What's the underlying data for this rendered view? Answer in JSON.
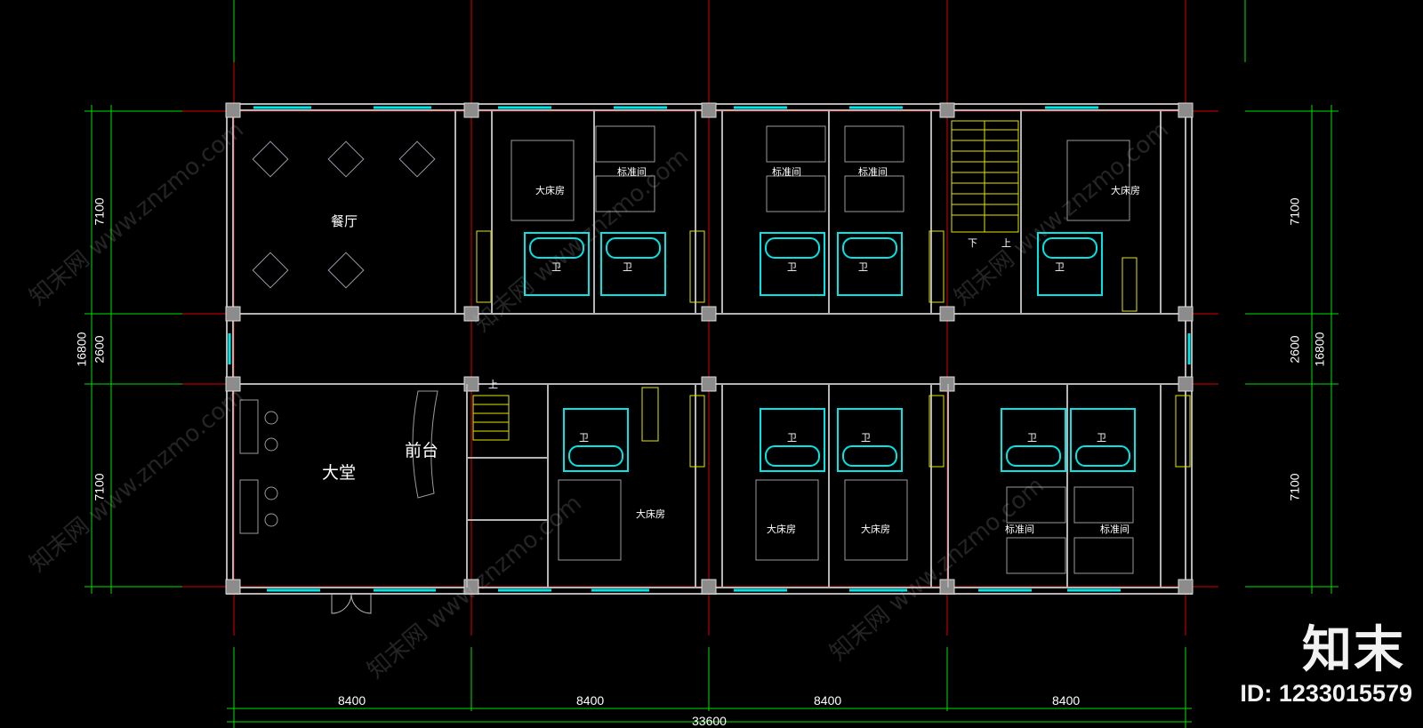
{
  "colors": {
    "background": "#000000",
    "axis": "#e00000",
    "dimension": "#00e000",
    "wall": "#b4b4b4",
    "window": "#00e5e5",
    "stair": "#e6e600",
    "furniture": "#00cccc",
    "text": "#ffffff"
  },
  "rooms": {
    "dining": "餐厅",
    "lobby": "大堂",
    "front_desk": "前台",
    "king_room": "大床房",
    "standard_room": "标准间",
    "bath": "卫",
    "stair_down": "下",
    "stair_up": "上"
  },
  "dimensions": {
    "bay": "8400",
    "total_width": "33600",
    "depth_room": "7100",
    "depth_corridor": "2600",
    "total_depth": "16800"
  },
  "watermark": {
    "text": "知末网 www.znzmo.com",
    "brand": "知末",
    "id": "ID: 1233015579"
  }
}
